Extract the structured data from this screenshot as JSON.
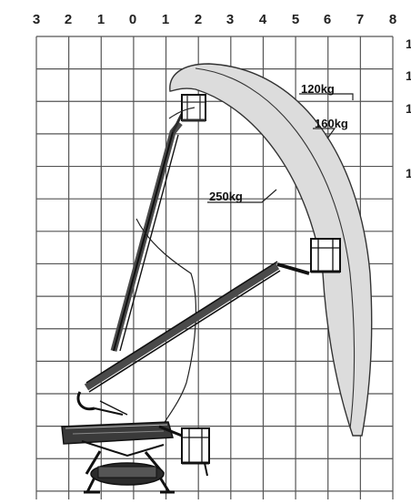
{
  "axis": {
    "top_ticks": [
      "3",
      "2",
      "1",
      "0",
      "1",
      "2",
      "3",
      "4",
      "5",
      "6",
      "7",
      "8"
    ],
    "right_ticks": [
      "1",
      "1",
      "1",
      "1"
    ]
  },
  "load_labels": {
    "a": "120kg",
    "b": "160kg",
    "c": "250kg"
  },
  "colors": {
    "grid": "#555555",
    "envelope_fill": "#dcdcdc",
    "machine": "#2b2b2b",
    "background": "#ffffff"
  }
}
